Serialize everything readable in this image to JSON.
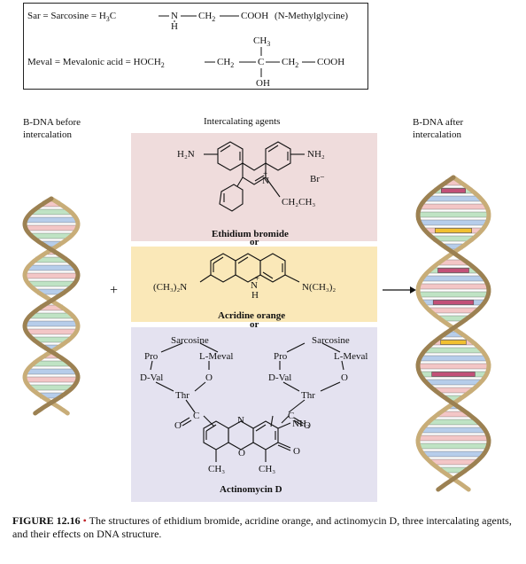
{
  "definitions": {
    "sar_label": "Sar = Sarcosine = H",
    "sar_h3c_sub": "3",
    "sar_c": "C",
    "sar_n": "N",
    "sar_h": "H",
    "sar_ch2": "CH",
    "sar_ch2_sub": "2",
    "sar_cooh": "COOH",
    "sar_note": "(N-Methylglycine)",
    "meval_label": "Meval = Mevalonic acid = HOCH",
    "meval_sub2": "2",
    "meval_ch2a": "CH",
    "meval_c": "C",
    "meval_ch2b": "CH",
    "meval_cooh": "COOH",
    "meval_ch3": "CH",
    "meval_ch3_sub": "3",
    "meval_oh": "OH"
  },
  "labels": {
    "left_dna": [
      "B-DNA before",
      "intercalation"
    ],
    "agents_header": "Intercalating agents",
    "right_dna": [
      "B-DNA after",
      "intercalation"
    ],
    "plus": "+",
    "or1": "or",
    "or2": "or"
  },
  "ethidium": {
    "name": "Ethidium bromide",
    "nh2_left": "H₂N",
    "nh2_right": "NH₂",
    "n_plus": "N",
    "plus": "+",
    "br": "Br⁻",
    "ethyl": "CH₂CH₃"
  },
  "acridine": {
    "name": "Acridine orange",
    "left_group": "(CH₃)₂N",
    "right_group": "N(CH₃)₂",
    "n": "N",
    "h": "H",
    "plus": "+"
  },
  "actinomycin": {
    "name": "Actinomycin D",
    "sarcosine_left": "Sarcosine",
    "sarcosine_right": "Sarcosine",
    "pro_left": "Pro",
    "pro_right": "Pro",
    "meval_left": "L-Meval",
    "meval_right": "L-Meval",
    "dval_left": "D-Val",
    "dval_right": "D-Val",
    "o_left": "O",
    "o_right": "O",
    "thr_left": "Thr",
    "thr_right": "Thr",
    "c_left": "C",
    "c_right": "C",
    "o_carb_left": "O",
    "o_carb_right": "O",
    "n_ring": "N",
    "o_ring": "O",
    "nh2": "NH₂",
    "ketone_o": "O",
    "ch3_left": "CH₃",
    "ch3_right": "CH₃"
  },
  "caption": {
    "figure": "FIGURE 12.16",
    "bullet": "•",
    "text": "The structures of ethidium bromide, acridine orange, and actinomycin D, three intercalating agents, and their effects on DNA structure."
  },
  "colors": {
    "backbone": "#c8ad78",
    "backbone_dark": "#9c8152",
    "base_pink": "#f3c6c6",
    "base_green": "#bfe3c4",
    "base_blue": "#b6cdea",
    "intercalator_magenta": "#c25078",
    "intercalator_yellow": "#f1c030",
    "bullet": "#c0242a"
  }
}
